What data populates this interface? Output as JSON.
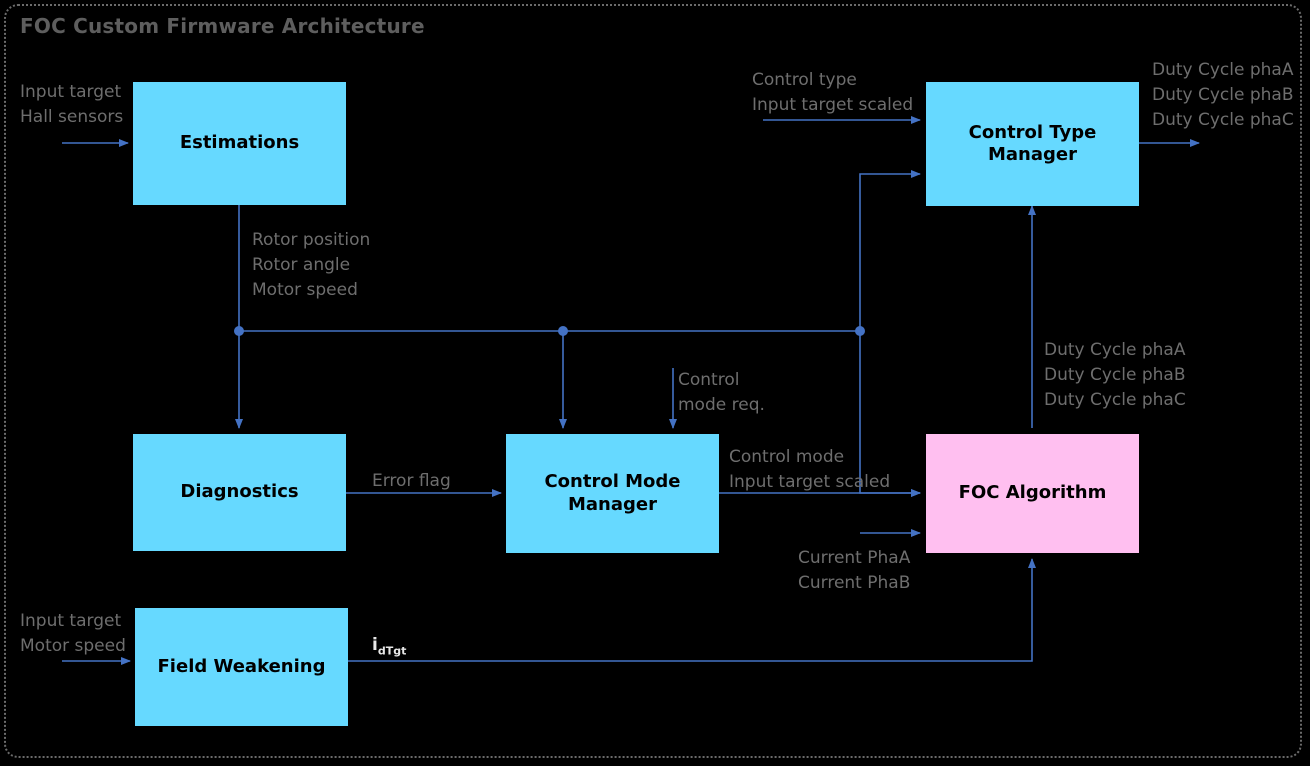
{
  "diagram": {
    "title": "FOC Custom Firmware Architecture",
    "colors": {
      "background": "#000000",
      "block_cyan": "#66D9FF",
      "block_pink": "#FFBFF0",
      "connector": "#4472C4",
      "label_text": "#6E6E6E",
      "title_text": "#5E5E5E",
      "frame_border": "#6B6B6B"
    },
    "blocks": [
      {
        "id": "estimations",
        "label": "Estimations",
        "fill": "cyan"
      },
      {
        "id": "control-type-manager",
        "label": "Control Type\nManager",
        "fill": "cyan"
      },
      {
        "id": "diagnostics",
        "label": "Diagnostics",
        "fill": "cyan"
      },
      {
        "id": "control-mode-manager",
        "label": "Control Mode\nManager",
        "fill": "cyan"
      },
      {
        "id": "foc-algorithm",
        "label": "FOC\nAlgorithm",
        "fill": "pink"
      },
      {
        "id": "field-weakening",
        "label": "Field Weakening",
        "fill": "cyan"
      }
    ],
    "labels": {
      "estimations_input": "Input target\nHall sensors",
      "estimations_output": "Rotor position\nRotor angle\nMotor speed",
      "ctm_input": "Control type\nInput target scaled",
      "ctm_output": "Duty Cycle phaA\nDuty Cycle phaB\nDuty Cycle phaC",
      "duty_feedback": "Duty Cycle phaA\nDuty Cycle phaB\nDuty Cycle phaC",
      "control_mode_req": "Control\nmode req.",
      "error_flag": "Error flag",
      "cmm_output": "Control mode\nInput target scaled",
      "current_inputs": "Current PhaA\nCurrent PhaB",
      "field_weakening_input": "Input target\nMotor speed",
      "field_weakening_output_i": "i",
      "field_weakening_output_sub": "dTgt"
    }
  }
}
